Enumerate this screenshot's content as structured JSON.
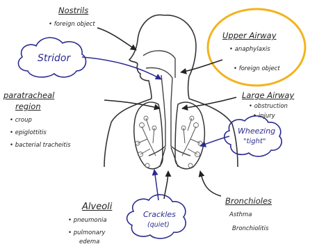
{
  "nostrils": {
    "title": "Nostrils",
    "items": [
      "foreign object"
    ]
  },
  "upper_airway": {
    "title": "Upper Airway",
    "items": [
      "anaphylaxis",
      "foreign object"
    ]
  },
  "stridor": {
    "title": "Stridor"
  },
  "paratracheal": {
    "title_line1": "paratracheal",
    "title_line2": "region",
    "items": [
      "croup",
      "epiglottitis",
      "bacterial tracheitis"
    ]
  },
  "large_airway": {
    "title": "Large Airway",
    "items": [
      "obstruction",
      "injury"
    ]
  },
  "wheezing": {
    "line1": "Wheezing",
    "line2": "\"tight\""
  },
  "alveoli": {
    "title": "Alveoli",
    "items": [
      "pneumonia",
      "pulmonary",
      "edema"
    ]
  },
  "crackles": {
    "line1": "Crackles",
    "line2": "(quiet)"
  },
  "bronchioles": {
    "title": "Bronchioles",
    "items": [
      "Asthma",
      "Bronchiolitis"
    ]
  },
  "colors": {
    "ink": "#222222",
    "blue": "#2b2b8f",
    "highlight": "#f2b31d"
  }
}
